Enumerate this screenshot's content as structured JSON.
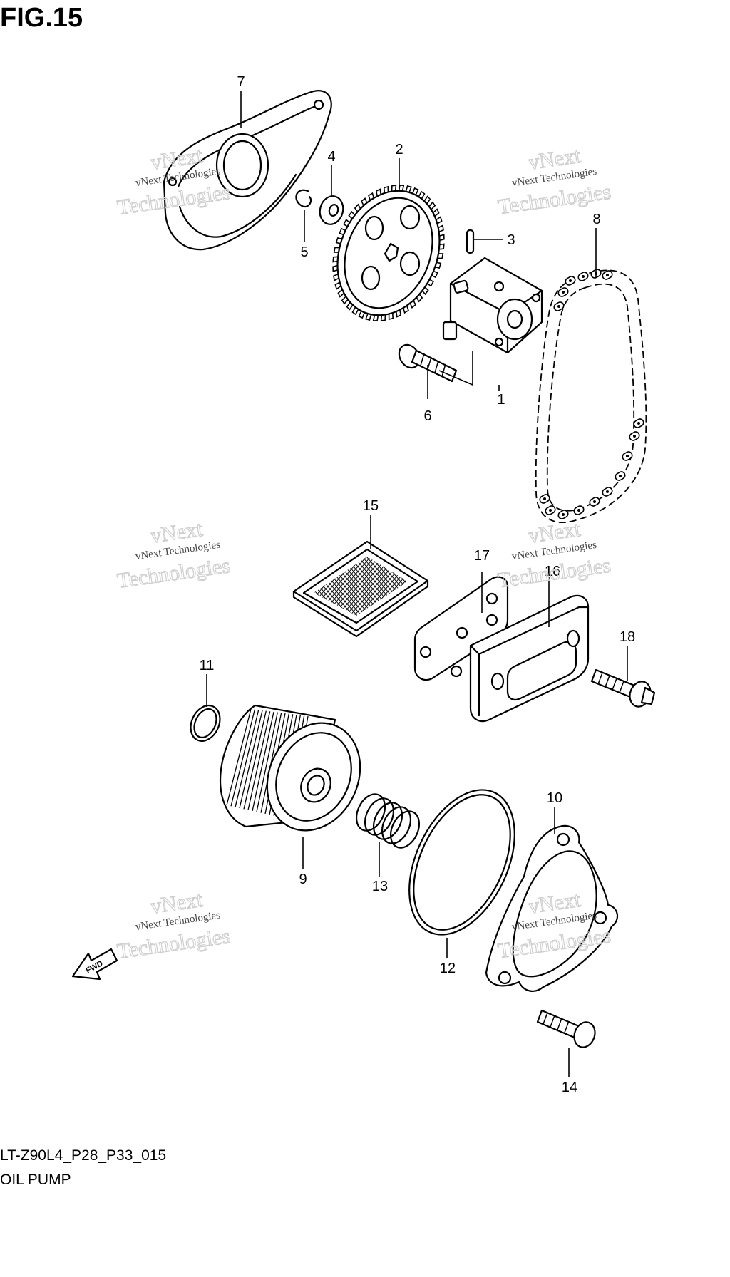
{
  "figure": {
    "title": "FIG.15",
    "code": "LT-Z90L4_P28_P33_015",
    "name": "OIL PUMP",
    "fwd_label": "FWD"
  },
  "watermark": {
    "line1": "vNext Technologies",
    "line2": "Technologies",
    "line3": "vNext"
  },
  "callouts": [
    "1",
    "2",
    "3",
    "4",
    "5",
    "6",
    "7",
    "8",
    "9",
    "10",
    "11",
    "12",
    "13",
    "14",
    "15",
    "16",
    "17",
    "18"
  ]
}
